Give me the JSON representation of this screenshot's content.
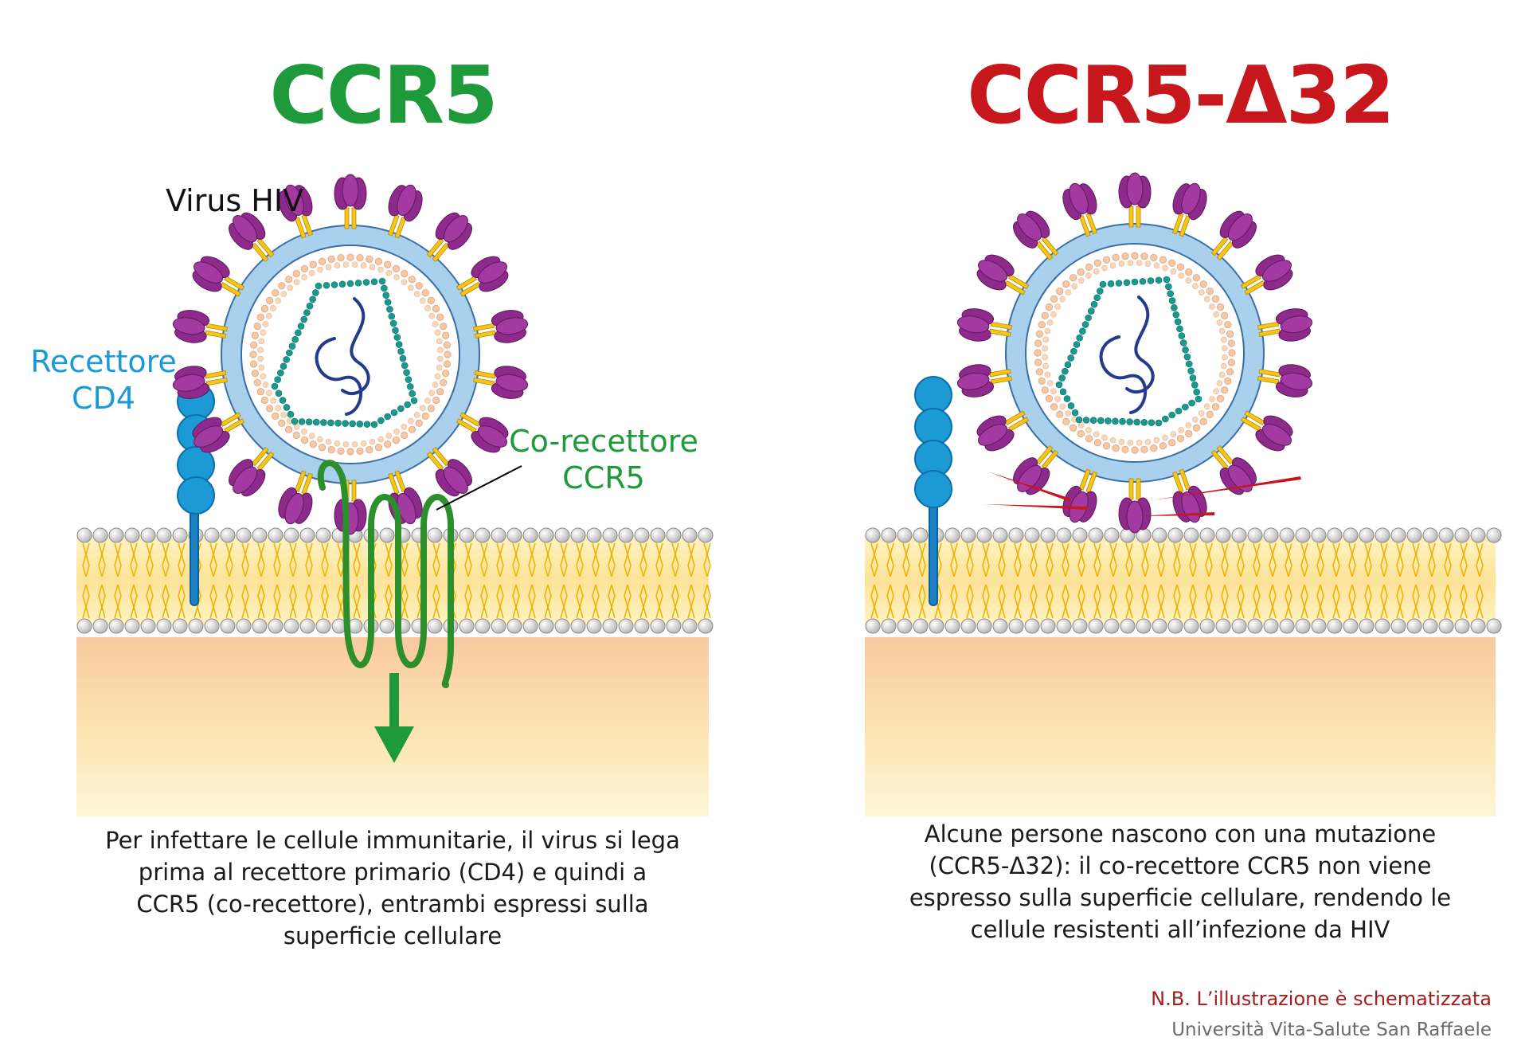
{
  "left_panel": {
    "title": "CCR5",
    "virus_label": "Virus HIV",
    "cd4_label_line1": "Recettore",
    "cd4_label_line2": "CD4",
    "ccr5_label_line1": "Co-recettore",
    "ccr5_label_line2": "CCR5",
    "caption": [
      "Per infettare le cellule immunitarie, il virus si lega",
      "prima al recettore primario (CD4) e quindi a",
      "CCR5 (co-recettore), entrambi espressi sulla",
      "superficie cellulare"
    ]
  },
  "right_panel": {
    "title": "CCR5-Δ32",
    "caption": [
      "Alcune persone nascono con una mutazione",
      "(CCR5-Δ32): il co-recettore CCR5 non viene",
      "espresso sulla superficie cellulare, rendendo le",
      "cellule resistenti all’infezione da HIV"
    ]
  },
  "footer": {
    "note": "N.B. L’illustrazione è schematizzata",
    "credit": "Università Vita-Salute San Raffaele"
  },
  "colors": {
    "green": "#1f9a3a",
    "red": "#c8161d",
    "blue": "#1b9ad6",
    "purple": "#8e2a8c",
    "yellow": "#f5c518",
    "teal": "#1a9a8e",
    "navy": "#243a8c",
    "membrane_blue": "#a9d0ec"
  }
}
